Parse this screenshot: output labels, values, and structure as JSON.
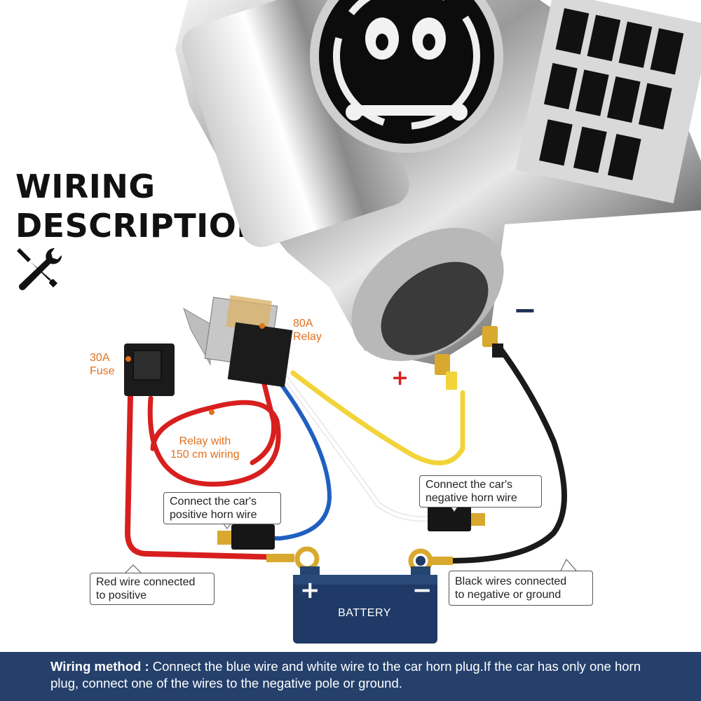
{
  "title": {
    "line1": "WIRING",
    "line2": "DESCRIPTION"
  },
  "icons": {
    "tools": "screwdriver-wrench-icon",
    "horn": "skull-horn-icon",
    "fuse": "fuse-icon",
    "relay": "relay-icon",
    "battery": "battery-icon"
  },
  "labels": {
    "relay": [
      "80A",
      "Relay"
    ],
    "fuse": [
      "30A",
      "Fuse"
    ],
    "relay_wiring": [
      "Relay with",
      "150 cm wiring"
    ],
    "plus": "+",
    "minus": "−"
  },
  "callouts": {
    "positive_horn": [
      "Connect the car's",
      "positive horn wire"
    ],
    "negative_horn": [
      "Connect the car's",
      "negative horn wire"
    ],
    "red_wire": [
      "Red wire connected",
      "to positive"
    ],
    "black_wire": [
      "Black wires connected",
      "to negative or ground"
    ]
  },
  "battery": {
    "label": "BATTERY",
    "plus": "+",
    "minus": "−"
  },
  "footer": {
    "prefix": "Wiring method :",
    "text": " Connect the blue wire and white wire to the car horn plug.If the car has only one horn plug, connect one of the wires to the negative pole or ground."
  },
  "colors": {
    "accent_orange": "#e0711f",
    "footer_bg": "#24406b",
    "red_wire": "#d81f1f",
    "blue_wire": "#1f5fc0",
    "yellow_wire": "#f2d43a",
    "black_wire": "#1a1a1a",
    "battery": "#1f3a66"
  }
}
